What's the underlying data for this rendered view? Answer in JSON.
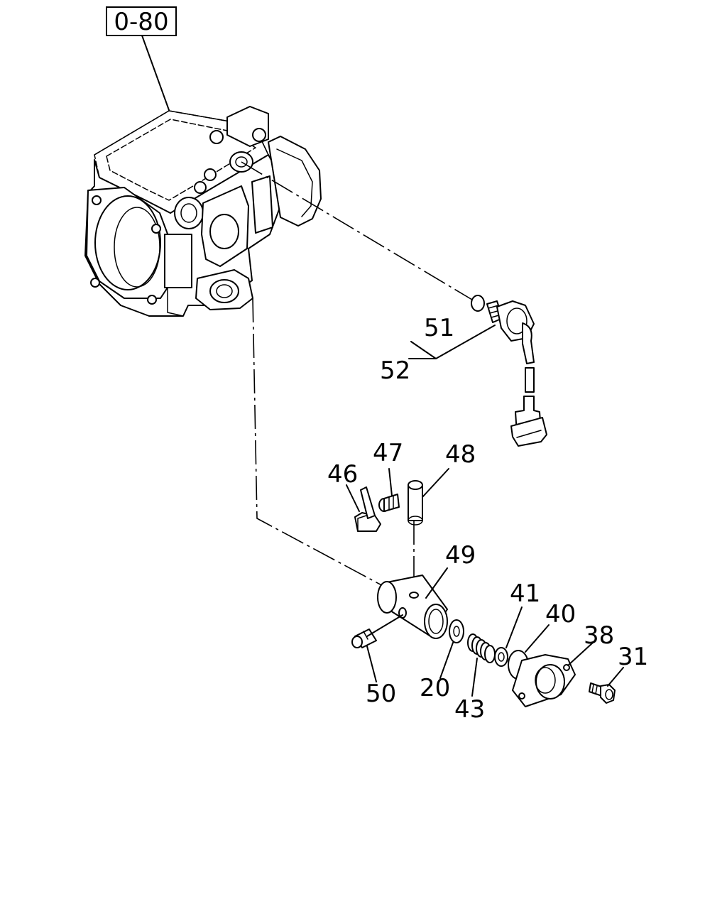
{
  "reference_box": {
    "label": "0-80"
  },
  "callouts": [
    {
      "id": "51",
      "label": "51"
    },
    {
      "id": "52",
      "label": "52"
    },
    {
      "id": "47",
      "label": "47"
    },
    {
      "id": "48",
      "label": "48"
    },
    {
      "id": "46",
      "label": "46"
    },
    {
      "id": "49",
      "label": "49"
    },
    {
      "id": "41",
      "label": "41"
    },
    {
      "id": "40",
      "label": "40"
    },
    {
      "id": "38",
      "label": "38"
    },
    {
      "id": "31",
      "label": "31"
    },
    {
      "id": "50",
      "label": "50"
    },
    {
      "id": "20",
      "label": "20"
    },
    {
      "id": "43",
      "label": "43"
    }
  ]
}
